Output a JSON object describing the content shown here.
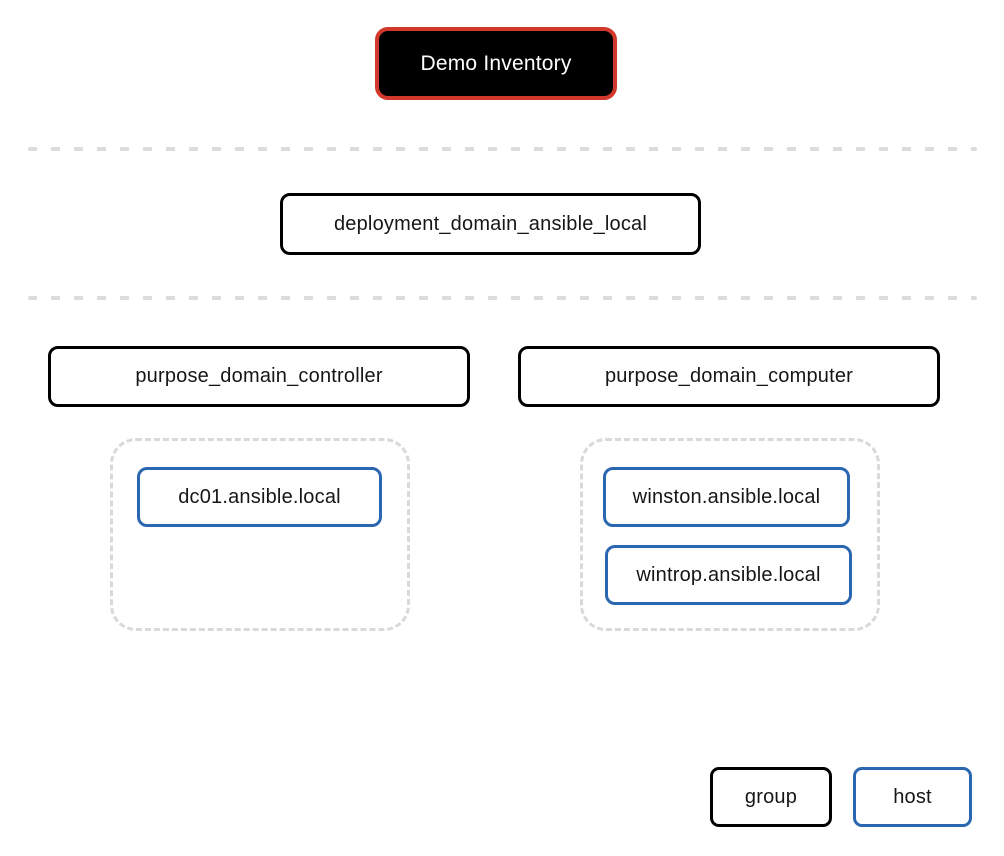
{
  "inventory": {
    "label": "Demo Inventory"
  },
  "deployment_group": {
    "label": "deployment_domain_ansible_local"
  },
  "purpose_groups": [
    {
      "label": "purpose_domain_controller",
      "hosts": [
        "dc01.ansible.local"
      ]
    },
    {
      "label": "purpose_domain_computer",
      "hosts": [
        "winston.ansible.local",
        "wintrop.ansible.local"
      ]
    }
  ],
  "legend": {
    "group_label": "group",
    "host_label": "host"
  },
  "colors": {
    "inventory_border": "#d2382c",
    "inventory_background": "#000000",
    "inventory_text": "#ffffff",
    "group_border": "#000000",
    "host_border": "#2a67b0",
    "separator_dash": "#dcdcdc",
    "host_container_dash": "#d9d9d9",
    "background": "#ffffff"
  }
}
